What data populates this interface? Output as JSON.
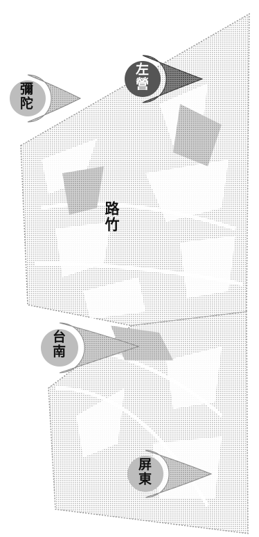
{
  "map": {
    "area_label": "路竹",
    "pins": [
      {
        "id": "zuoying",
        "label": "左營",
        "style": "dark"
      },
      {
        "id": "mituo",
        "label": "彌陀",
        "style": "light"
      },
      {
        "id": "tainan",
        "label": "台南",
        "style": "light"
      },
      {
        "id": "pingtung",
        "label": "屏東",
        "style": "light"
      }
    ]
  },
  "colors": {
    "background": "#ffffff",
    "map_fill": "#c8c8c8",
    "pin_light": "#bdbdbd",
    "pin_dark": "#4a4a4a",
    "road": "#e6e6e6"
  }
}
